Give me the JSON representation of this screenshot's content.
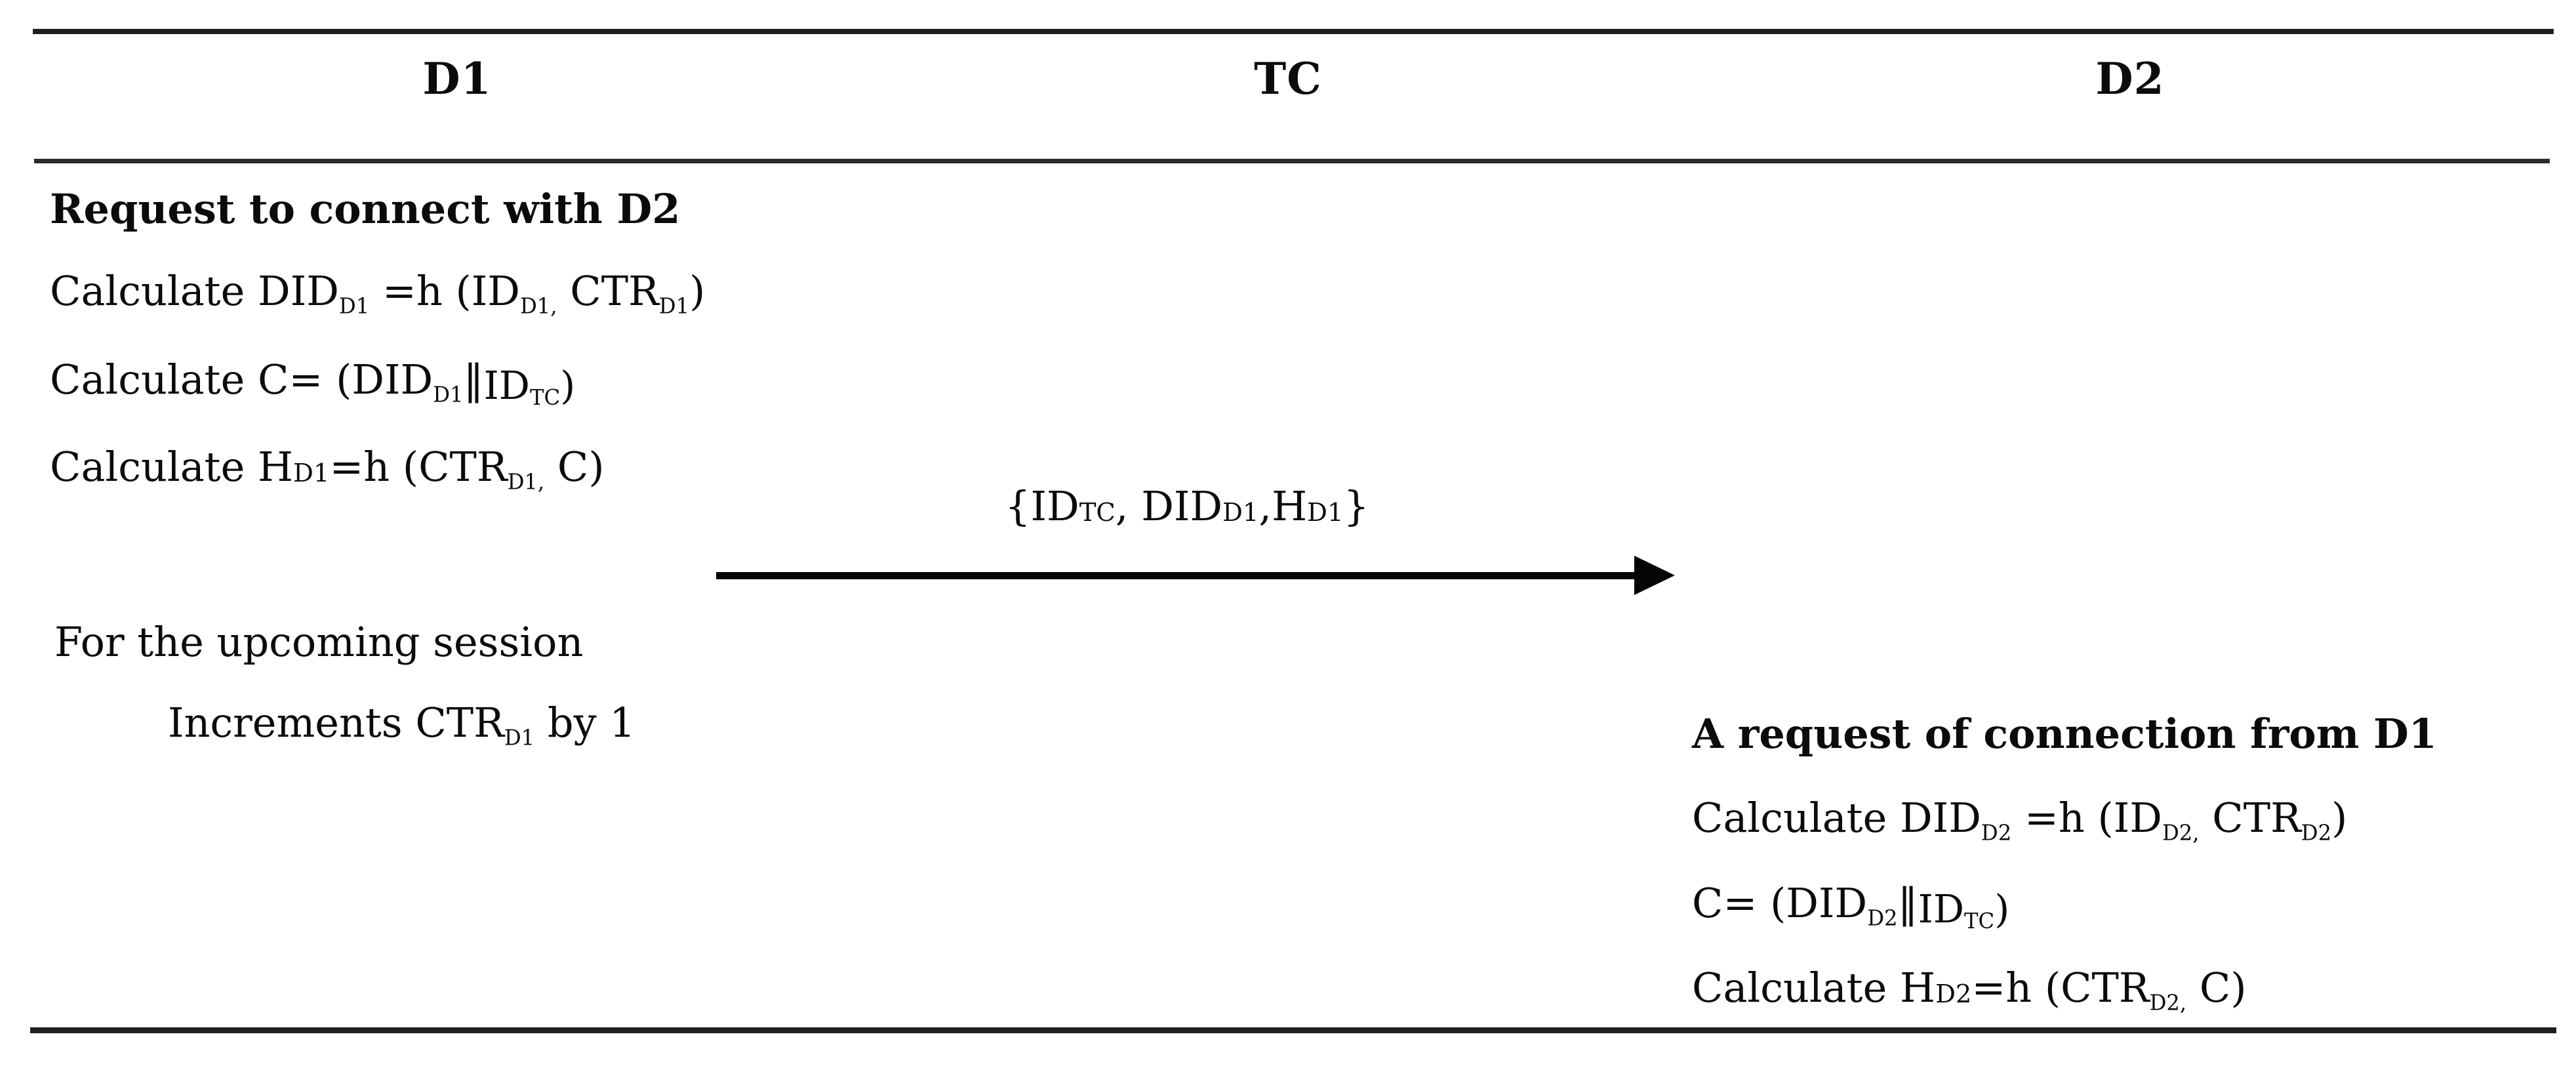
{
  "diagram": {
    "columns": [
      {
        "label": "D1"
      },
      {
        "label": "TC"
      },
      {
        "label": "D2"
      }
    ],
    "d1_steps": [
      {
        "bold": true,
        "segments": [
          {
            "t": "Request to connect with D2"
          }
        ]
      },
      {
        "segments": [
          {
            "t": "Calculate DID"
          },
          {
            "t": "D1",
            "s": "sub"
          },
          {
            "t": " =h (ID"
          },
          {
            "t": "D1,",
            "s": "sub"
          },
          {
            "t": " CTR"
          },
          {
            "t": "D1",
            "s": "sub"
          },
          {
            "t": ")"
          }
        ]
      },
      {
        "segments": [
          {
            "t": "Calculate C= (DID"
          },
          {
            "t": "D1",
            "s": "sub"
          },
          {
            "t": "‖"
          },
          {
            "t": "ID",
            "s": "low"
          },
          {
            "t": "TC",
            "s": "lowsub"
          },
          {
            "t": ")",
            "s": "low"
          }
        ]
      },
      {
        "segments": [
          {
            "t": "Calculate H"
          },
          {
            "t": "D1",
            "s": "small"
          },
          {
            "t": "=h (CTR"
          },
          {
            "t": "D1,",
            "s": "sub"
          },
          {
            "t": " C)"
          }
        ]
      },
      {
        "segments": [
          {
            "t": "For the upcoming session"
          }
        ]
      },
      {
        "indent": true,
        "segments": [
          {
            "t": "Increments CTR"
          },
          {
            "t": "D1",
            "s": "sub"
          },
          {
            "t": " by 1"
          }
        ]
      }
    ],
    "message": {
      "direction": "right",
      "from": "D1",
      "to": "D2",
      "segments": [
        {
          "t": "{ID"
        },
        {
          "t": "TC",
          "s": "small"
        },
        {
          "t": ", DID"
        },
        {
          "t": "D1",
          "s": "small"
        },
        {
          "t": ",H"
        },
        {
          "t": "D1",
          "s": "small"
        },
        {
          "t": "}"
        }
      ]
    },
    "d2_steps": [
      {
        "bold": true,
        "segments": [
          {
            "t": "A request of connection from D1"
          }
        ]
      },
      {
        "segments": [
          {
            "t": "Calculate DID"
          },
          {
            "t": "D2",
            "s": "sub"
          },
          {
            "t": " =h (ID"
          },
          {
            "t": "D2,",
            "s": "sub"
          },
          {
            "t": " CTR"
          },
          {
            "t": "D2",
            "s": "sub"
          },
          {
            "t": ")"
          }
        ]
      },
      {
        "segments": [
          {
            "t": "C= (DID"
          },
          {
            "t": "D2",
            "s": "sub"
          },
          {
            "t": "‖"
          },
          {
            "t": "ID",
            "s": "low"
          },
          {
            "t": "TC",
            "s": "lowsub"
          },
          {
            "t": ")",
            "s": "low"
          }
        ]
      },
      {
        "segments": [
          {
            "t": "Calculate H"
          },
          {
            "t": "D2",
            "s": "small"
          },
          {
            "t": "=h (CTR"
          },
          {
            "t": "D2,",
            "s": "sub"
          },
          {
            "t": " C)"
          }
        ]
      }
    ],
    "colors": {
      "text": "#0b0b0b",
      "rule": "#1f1f1f",
      "background": "#ffffff"
    }
  }
}
